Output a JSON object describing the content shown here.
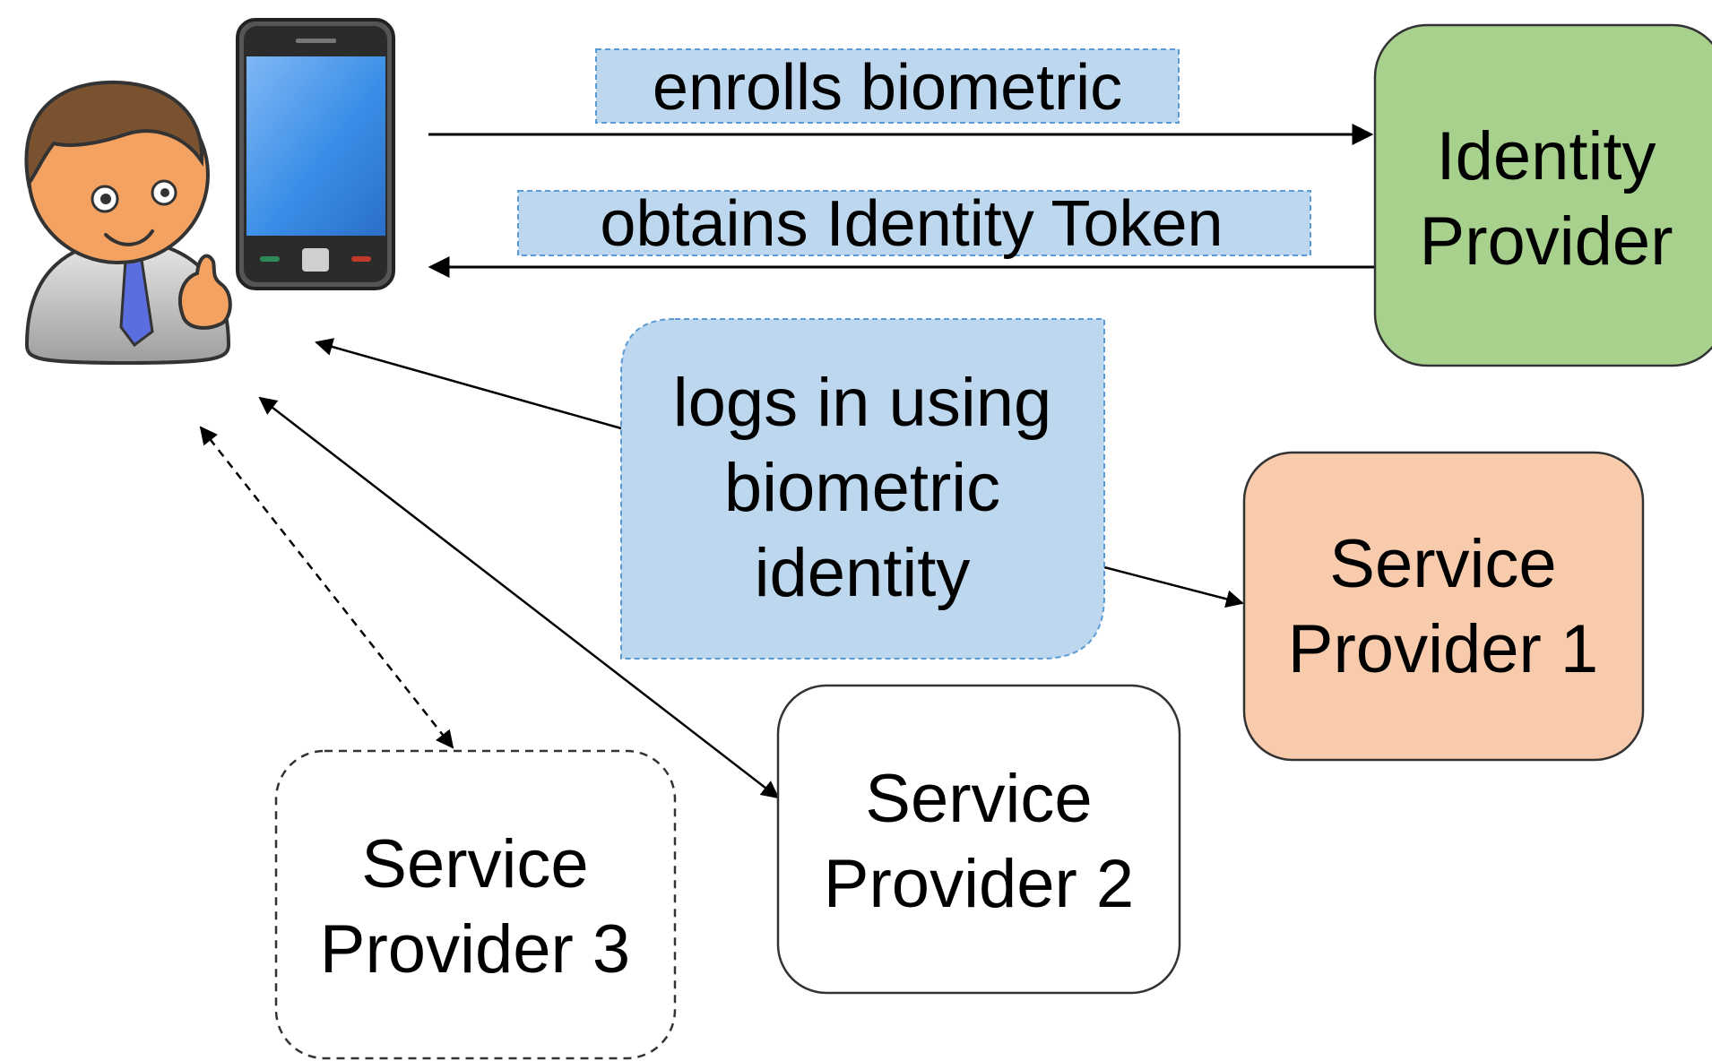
{
  "colors": {
    "identity_provider": "#a9d18e",
    "service_provider_1": "#f8cbad",
    "label_box": "#bdd7ee",
    "phone_screen": "#3b8ee8",
    "user_face": "#f4a261",
    "user_hair": "#7a5230"
  },
  "icons": {
    "user": "person-icon",
    "device": "smartphone-icon"
  },
  "edges": {
    "enrolls": "enrolls biometric",
    "obtains": "obtains Identity Token",
    "login": [
      "logs in using",
      "biometric",
      "identity"
    ]
  },
  "nodes": {
    "identity_provider": [
      "Identity",
      "Provider"
    ],
    "service_provider_1": [
      "Service",
      "Provider 1"
    ],
    "service_provider_2": [
      "Service",
      "Provider 2"
    ],
    "service_provider_3": [
      "Service",
      "Provider 3"
    ]
  }
}
